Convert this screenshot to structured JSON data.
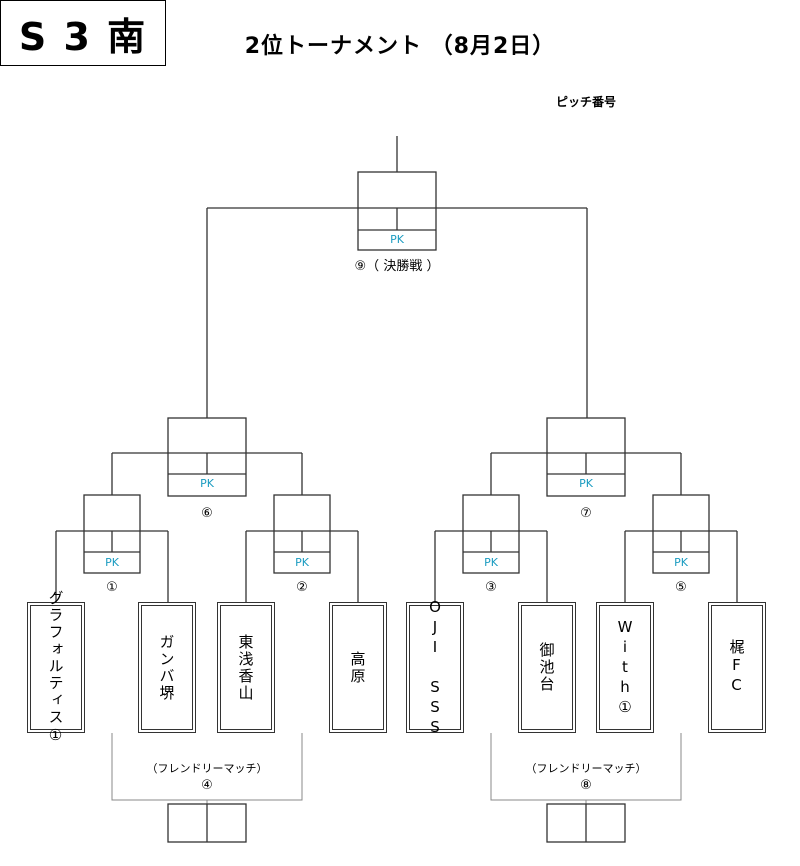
{
  "title": "2位トーナメント （8月2日）",
  "pitch": {
    "label": "ピッチ番号",
    "value": "S 3 南"
  },
  "pk_label": "PK",
  "matches": {
    "m1": "①",
    "m2": "②",
    "m3": "③",
    "m5": "⑤",
    "m6": "⑥",
    "m7": "⑦",
    "m9": "⑨（ 決勝戦 ）",
    "m4": "④",
    "m8": "⑧"
  },
  "friendly_label": "（フレンドリーマッチ）",
  "teams": [
    "グラフォルティス①",
    "ガンバ堺",
    "東浅香山",
    "高原",
    "OJI SSS",
    "御池台",
    "With①",
    "梶FC"
  ],
  "colors": {
    "pk": "#1a9bc0",
    "line": "#333333"
  }
}
